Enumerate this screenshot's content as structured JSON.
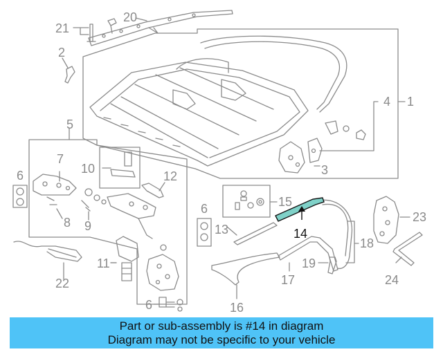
{
  "part_callouts": {
    "p1": "1",
    "p2": "2",
    "p3": "3",
    "p4": "4",
    "p5": "5",
    "p6a": "6",
    "p6b": "6",
    "p6c": "6",
    "p7": "7",
    "p8": "8",
    "p9": "9",
    "p10": "10",
    "p11": "11",
    "p12": "12",
    "p13": "13",
    "p14": "14",
    "p15": "15",
    "p16": "16",
    "p17": "17",
    "p18": "18",
    "p19": "19",
    "p20": "20",
    "p21": "21",
    "p22": "22",
    "p23": "23",
    "p24": "24"
  },
  "highlighted_part": "14",
  "colors": {
    "line": "#8a8a8a",
    "highlight_fill": "#7fd1c8",
    "highlight_stroke": "#111111",
    "banner_bg": "#4fc3f7"
  },
  "banner": {
    "line1": "Part or sub-assembly is #14 in diagram",
    "line2": "Diagram may not be specific to your vehicle"
  }
}
